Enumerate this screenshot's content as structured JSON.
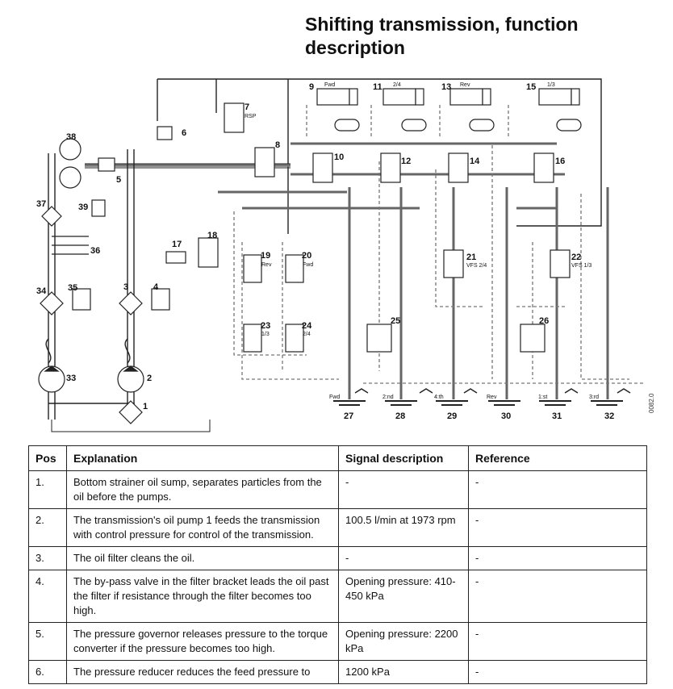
{
  "title": "Shifting transmission, function description",
  "doc_id": "0082.0",
  "diagram": {
    "position_numbers": [
      "1",
      "2",
      "3",
      "4",
      "5",
      "6",
      "7",
      "8",
      "9",
      "10",
      "11",
      "12",
      "13",
      "14",
      "15",
      "16",
      "17",
      "18",
      "19",
      "20",
      "21",
      "22",
      "23",
      "24",
      "25",
      "26",
      "27",
      "28",
      "29",
      "30",
      "31",
      "32",
      "33",
      "34",
      "35",
      "36",
      "37",
      "38",
      "39"
    ],
    "valve_labels": {
      "v7": "RSP",
      "v9": "Fwd",
      "v11": "2/4",
      "v13": "Rev",
      "v15": "1/3",
      "v19": "Rev",
      "v20": "Fwd",
      "v21": "VFS 2/4",
      "v22": "VFS 1/3",
      "v23": "1/3",
      "v24": "2/4"
    },
    "clutch_labels": [
      "Fwd",
      "2:nd",
      "4:th",
      "Rev",
      "1:st",
      "3:rd"
    ]
  },
  "table": {
    "headers": [
      "Pos",
      "Explanation",
      "Signal description",
      "Reference"
    ],
    "rows": [
      [
        "1.",
        "Bottom strainer oil sump, separates particles from the oil before the pumps.",
        "-",
        "-"
      ],
      [
        "2.",
        "The transmission's oil pump 1 feeds the transmission with control pressure for control of the transmission.",
        "100.5 l/min at 1973 rpm",
        "-"
      ],
      [
        "3.",
        "The oil filter cleans the oil.",
        "-",
        "-"
      ],
      [
        "4.",
        "The by-pass valve in the filter bracket leads the oil past the filter if resistance through the filter becomes too high.",
        "Opening pressure: 410-450 kPa",
        "-"
      ],
      [
        "5.",
        "The pressure governor releases pressure to the torque converter if the pressure becomes too high.",
        "Opening pressure: 2200 kPa",
        "-"
      ],
      [
        "6.",
        "The pressure reducer reduces the feed pressure to",
        "1200 kPa",
        "-"
      ]
    ]
  }
}
